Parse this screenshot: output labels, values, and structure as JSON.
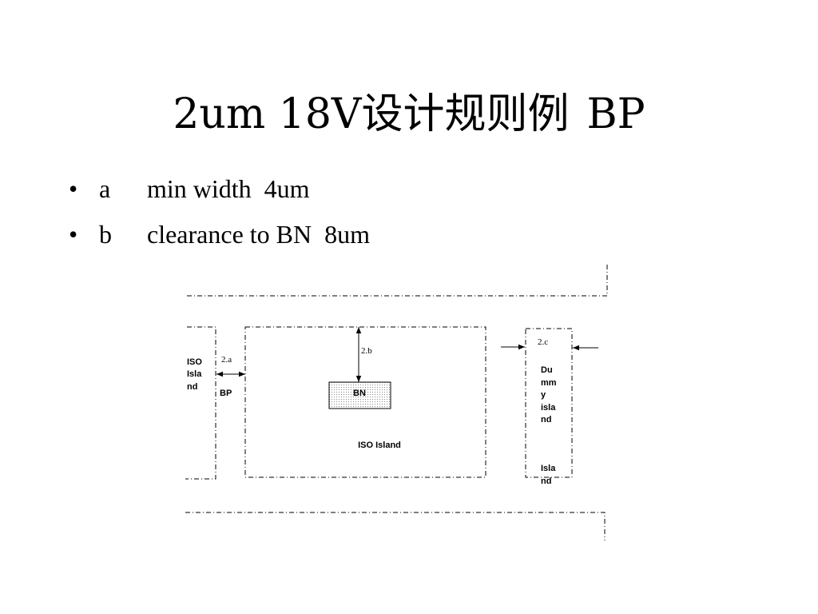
{
  "title": {
    "main": "2um 18V设计规则例",
    "suffix": "BP"
  },
  "bullets": [
    {
      "letter": "a",
      "text": "min width  4um"
    },
    {
      "letter": "b",
      "text": "clearance to BN  8um"
    }
  ],
  "diagram": {
    "left_island_label": [
      "ISO",
      "Isla",
      "nd"
    ],
    "bp_label": "BP",
    "dim_a": "2.a",
    "dim_b": "2.b",
    "dim_c": "2.c",
    "bn_label": "BN",
    "iso_island_label": "ISO Island",
    "dummy_label": [
      "Du",
      "mm",
      "y",
      "isla",
      "nd"
    ],
    "island_label": [
      "Isla",
      "nd"
    ]
  }
}
